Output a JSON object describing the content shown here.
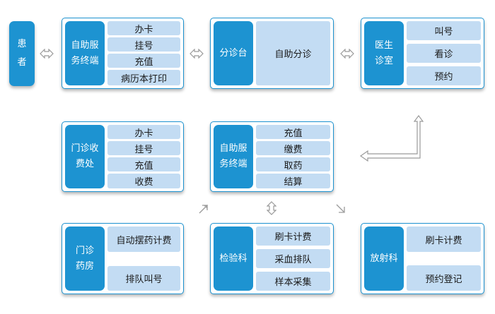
{
  "patient": {
    "label": "患者"
  },
  "kiosk_top": {
    "title_line1": "自助服",
    "title_line2": "务终端",
    "items": [
      "办卡",
      "挂号",
      "充值",
      "病历本打印"
    ]
  },
  "triage": {
    "title": "分诊台",
    "item": "自助分诊"
  },
  "doctor": {
    "title_line1": "医生",
    "title_line2": "诊室",
    "items": [
      "叫号",
      "看诊",
      "预约"
    ]
  },
  "cashier": {
    "title_line1": "门诊收",
    "title_line2": "费处",
    "items": [
      "办卡",
      "挂号",
      "充值",
      "收费"
    ]
  },
  "kiosk_mid": {
    "title_line1": "自助服",
    "title_line2": "务终端",
    "items": [
      "充值",
      "缴费",
      "取药",
      "结算"
    ]
  },
  "pharmacy": {
    "title_line1": "门诊",
    "title_line2": "药房",
    "items": [
      "自动摆药计费",
      "排队叫号"
    ]
  },
  "lab": {
    "title": "检验科",
    "items": [
      "刷卡计费",
      "采血排队",
      "样本采集"
    ]
  },
  "radiology": {
    "title": "放射科",
    "items": [
      "刷卡计费",
      "预约登记"
    ]
  },
  "colors": {
    "accent": "#1d93d1",
    "item_fill": "#c3dcf3",
    "arrow": "#9a9a9a"
  }
}
